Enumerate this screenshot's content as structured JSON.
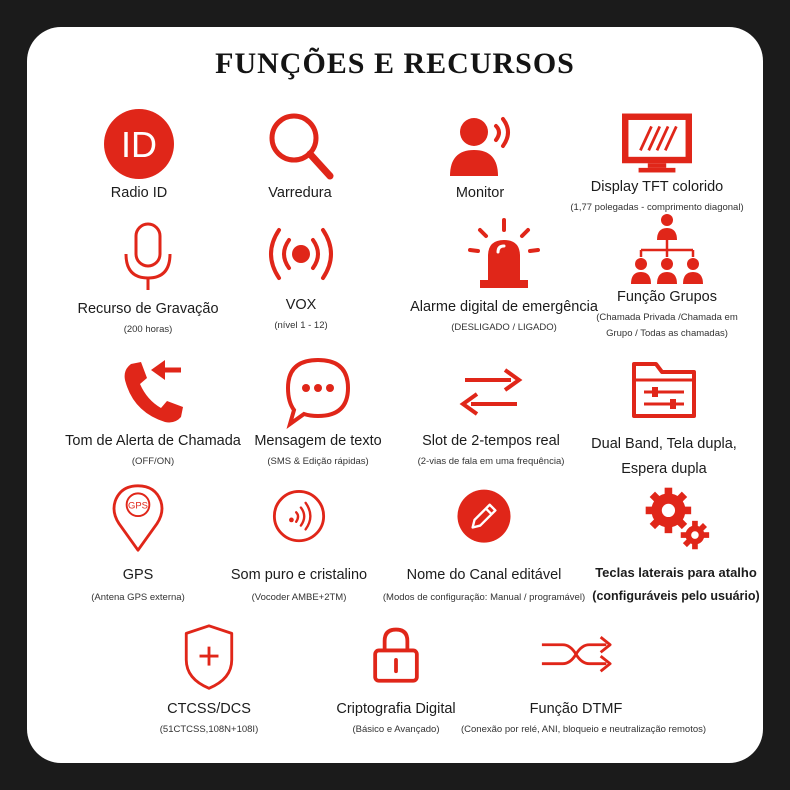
{
  "title": "FUNÇÕES E RECURSOS",
  "colors": {
    "accent": "#e02619",
    "background": "#1b1b1b",
    "card": "#ffffff"
  },
  "features": {
    "radio_id": {
      "icon": "radio-id-icon",
      "icon_text": "ID",
      "label": "Radio ID"
    },
    "scan": {
      "icon": "magnifier-icon",
      "label": "Varredura"
    },
    "monitor": {
      "icon": "person-speaking-icon",
      "label": "Monitor"
    },
    "display": {
      "icon": "tft-display-icon",
      "label": "Display TFT colorido",
      "sub": "(1,77 polegadas - comprimento diagonal)"
    },
    "recording": {
      "icon": "microphone-icon",
      "label": "Recurso de Gravação",
      "sub": "(200 horas)"
    },
    "vox": {
      "icon": "broadcast-icon",
      "label": "VOX",
      "sub": "(nível 1 - 12)"
    },
    "alarm": {
      "icon": "siren-icon",
      "label": "Alarme digital de emergência",
      "sub": "(DESLIGADO / LIGADO)"
    },
    "groups": {
      "icon": "group-hierarchy-icon",
      "label": "Função Grupos",
      "sub1": "(Chamada Privada /Chamada em",
      "sub2": "Grupo / Todas as chamadas)"
    },
    "call_alert": {
      "icon": "incoming-call-icon",
      "label": "Tom de Alerta de Chamada",
      "sub": "(OFF/ON)"
    },
    "text": {
      "icon": "chat-bubble-icon",
      "label": "Mensagem de texto",
      "sub": "(SMS & Edição rápidas)"
    },
    "slot": {
      "icon": "two-way-arrows-icon",
      "label": "Slot de 2-tempos real",
      "sub": "(2-vias de fala em uma frequência)"
    },
    "dual_band": {
      "icon": "folder-sliders-icon",
      "label": "Dual Band, Tela dupla,",
      "label2": "Espera dupla"
    },
    "gps": {
      "icon": "gps-pin-icon",
      "icon_text": "GPS",
      "label": "GPS",
      "sub": "(Antena GPS externa)"
    },
    "sound": {
      "icon": "sound-wave-icon",
      "label": "Som puro e cristalino",
      "sub": "(Vocoder AMBE+2TM)"
    },
    "channel_name": {
      "icon": "pencil-icon",
      "label": "Nome do Canal editável",
      "sub": "(Modos de configuração: Manual / programável)"
    },
    "side_keys": {
      "icon": "gears-icon",
      "label": "Teclas laterais para atalho",
      "sub": "(configuráveis pelo usuário)"
    },
    "ctcss": {
      "icon": "shield-plus-icon",
      "label": "CTCSS/DCS",
      "sub": "(51CTCSS,108N+108I)"
    },
    "crypto": {
      "icon": "padlock-icon",
      "label": "Criptografia Digital",
      "sub": "(Básico e Avançado)"
    },
    "dtmf": {
      "icon": "shuffle-arrows-icon",
      "label": "Função DTMF",
      "sub": "(Conexão por relé, ANI, bloqueio e neutralização remotos)"
    }
  }
}
